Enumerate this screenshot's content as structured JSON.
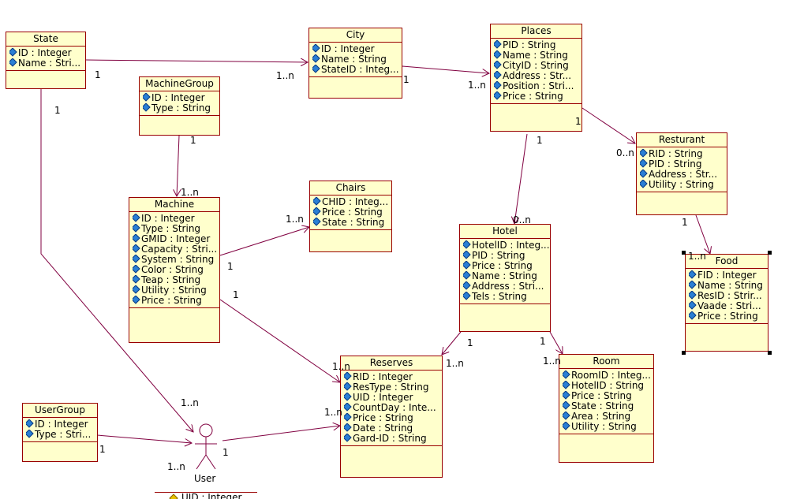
{
  "classes": {
    "state": {
      "title": "State",
      "attrs": [
        "ID : Integer",
        "Name : Stri..."
      ]
    },
    "city": {
      "title": "City",
      "attrs": [
        "ID : Integer",
        "Name : String",
        "StateID : Integ..."
      ]
    },
    "places": {
      "title": "Places",
      "attrs": [
        "PID : String",
        "Name : String",
        "CityID : String",
        "Address : Str...",
        "Position : Stri...",
        "Price : String"
      ]
    },
    "machine_group": {
      "title": "MachineGroup",
      "attrs": [
        "ID : Integer",
        "Type : String"
      ]
    },
    "machine": {
      "title": "Machine",
      "attrs": [
        "ID : Integer",
        "Type : String",
        "GMID : Integer",
        "Capacity : Stri...",
        "System : String",
        "Color : String",
        "Teap : String",
        "Utility : String",
        "Price : String"
      ]
    },
    "chairs": {
      "title": "Chairs",
      "attrs": [
        "CHID : Integ...",
        "Price : String",
        "State : String"
      ]
    },
    "resturant": {
      "title": "Resturant",
      "attrs": [
        "RID : String",
        "PID : String",
        "Address : Str...",
        "Utility : String"
      ]
    },
    "hotel": {
      "title": "Hotel",
      "attrs": [
        "HotelID : Integ...",
        "PID : String",
        "Price : String",
        "Name : String",
        "Address : Stri...",
        "Tels : String"
      ]
    },
    "food": {
      "title": "Food",
      "attrs": [
        "FID : Integer",
        "Name : String",
        "ResID : Strir...",
        "Vaade : Stri...",
        "Price : String"
      ]
    },
    "reserves": {
      "title": "Reserves",
      "attrs": [
        "RID : Integer",
        "ResType : String",
        "UID : Integer",
        "CountDay : Inte...",
        "Price : String",
        "Date : String",
        "Gard-ID : String"
      ]
    },
    "room": {
      "title": "Room",
      "attrs": [
        "RoomID : Integ...",
        "HotelID : String",
        "Price : String",
        "State : String",
        "Area : String",
        "Utility : String"
      ]
    },
    "user_group": {
      "title": "UserGroup",
      "attrs": [
        "ID : Integer",
        "Type : Stri..."
      ]
    }
  },
  "actor": {
    "label": "User"
  },
  "partial": {
    "attr": "UID : Integer"
  },
  "multiplicities": {
    "state_city_a": "1",
    "state_city_b": "1..n",
    "city_places_a": "1",
    "city_places_b": "1..n",
    "places_rest_a": "1",
    "places_rest_b": "0..n",
    "places_hotel_a": "1",
    "places_hotel_b": "0..n",
    "rest_food_a": "1",
    "rest_food_b": "1..n",
    "mg_machine_a": "1",
    "mg_machine_b": "1..n",
    "machine_chairs_a": "1",
    "machine_chairs_b": "1..n",
    "machine_reserves_a": "1",
    "machine_reserves_b": "1..n",
    "hotel_reserves_a": "1",
    "hotel_reserves_b": "1..n",
    "hotel_room_a": "1",
    "hotel_room_b": "1..n",
    "state_user_a": "1",
    "state_user_b": "1..n",
    "ug_user_a": "1",
    "ug_user_b": "1..n",
    "user_reserves_a": "1",
    "user_reserves_b": "1..n"
  },
  "colors": {
    "class_fill": "#ffffcc",
    "class_border": "#990000",
    "line": "#800040",
    "attr_icon": "#2a7fd4"
  }
}
